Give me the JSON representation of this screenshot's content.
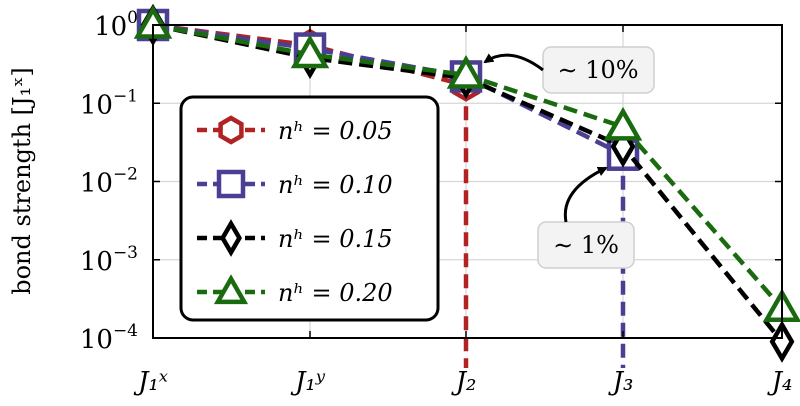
{
  "chart_data": {
    "type": "line",
    "ylabel": "bond strength [J₁ˣ]",
    "yscale": "log",
    "ylim": [
      0.0001,
      1
    ],
    "categories": [
      "J₁ˣ",
      "J₁ʸ",
      "J₂",
      "J₃",
      "J₄"
    ],
    "yticks": [
      {
        "value": 1,
        "base": "10",
        "exp": "0"
      },
      {
        "value": 0.1,
        "base": "10",
        "exp": "−1"
      },
      {
        "value": 0.01,
        "base": "10",
        "exp": "−2"
      },
      {
        "value": 0.001,
        "base": "10",
        "exp": "−3"
      },
      {
        "value": 0.0001,
        "base": "10",
        "exp": "−4"
      }
    ],
    "grid": true,
    "legend_position": "left-center",
    "series": [
      {
        "name": "nʰ = 0.05",
        "color": "#b22222",
        "marker": "hexagon",
        "values": [
          1,
          0.55,
          0.17,
          null,
          null
        ],
        "drop_to_floor_after": 2
      },
      {
        "name": "nʰ = 0.10",
        "color": "#4b3f94",
        "marker": "square",
        "values": [
          1,
          0.5,
          0.22,
          0.022,
          null
        ],
        "drop_to_floor_after": 3
      },
      {
        "name": "nʰ = 0.15",
        "color": "#000000",
        "marker": "diamond",
        "values": [
          1,
          0.38,
          0.21,
          0.028,
          9e-05
        ]
      },
      {
        "name": "nʰ = 0.20",
        "color": "#1a6b0f",
        "marker": "triangle",
        "values": [
          1,
          0.42,
          0.23,
          0.05,
          0.00024
        ]
      }
    ],
    "annotations": [
      {
        "text": "∼ 10%",
        "target_category": 2,
        "target_value": 0.22
      },
      {
        "text": "∼ 1%",
        "target_category": 3,
        "target_value": 0.025
      }
    ]
  }
}
